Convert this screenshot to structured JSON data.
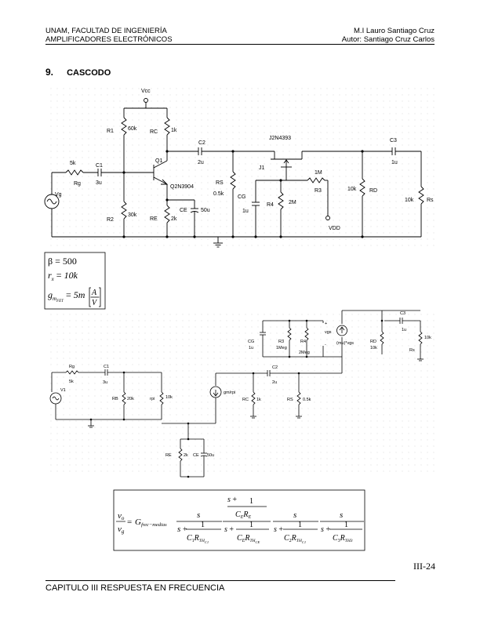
{
  "header": {
    "left_line1": "UNAM, FACULTAD DE INGENIERÍA",
    "left_line2": "AMPLIFICADORES ELECTRÓNICOS",
    "right_line1": "M.I Lauro Santiago Cruz",
    "right_line2": "Autor: Santiago Cruz Carlos"
  },
  "section": {
    "number": "9.",
    "title": "CASCODO"
  },
  "circuit1": {
    "vcc": "Vcc",
    "r1": "R1",
    "r1_val": "60k",
    "rc": "RC",
    "rc_val": "1k",
    "c2": "C2",
    "c2_val": "2u",
    "j_part": "J2N4393",
    "c3": "C3",
    "c3_val": "1u",
    "rg_val": "5k",
    "rg": "Rg",
    "c1": "C1",
    "c1_val": "3u",
    "q1": "Q1",
    "q_part": "Q2N3904",
    "rs": "RS",
    "rs_val": "0.5k",
    "j1": "J1",
    "r3_val": "1M",
    "r3": "R3",
    "rd_val": "10k",
    "rd": "RD",
    "rl_val": "10k",
    "rl": "Rs",
    "vg": "Vg",
    "cg": "CG",
    "cg_val": "1u",
    "r4": "R4",
    "r4_val": "2M",
    "r2": "R2",
    "r2_val": "30k",
    "re": "RE",
    "re_val": "2k",
    "ce": "CE",
    "ce_val": "50u",
    "vdd": "VDD"
  },
  "params": {
    "beta": "β = 500",
    "rx": "10k",
    "gm": "5m",
    "units": "A/V"
  },
  "circuit2": {
    "cg": "CG",
    "cg_val": "1u",
    "r3": "R3",
    "r3_val": "1Meg",
    "r4": "R4",
    "r4_val": "2Meg",
    "vgs": "vgs",
    "plus": "+",
    "minus": "-",
    "src": "(mu)*vgs",
    "rd": "RD",
    "rd_val": "10k",
    "c3": "C3",
    "c3_val": "1u",
    "rs_load": "Rs",
    "rs_load_val": "10k",
    "rg": "Rg",
    "rg_val": "5k",
    "c1": "C1",
    "c1_val": "3u",
    "v1": "V1",
    "rb": "RB",
    "rb_val": "20k",
    "rpi": "rpi",
    "rpi_val": "10k",
    "gm": "gm/rpi",
    "c2": "C2",
    "c2_val": "2u",
    "rc": "RC",
    "rc_val": "1k",
    "rs": "RS",
    "rs_val": "0.5k",
    "re": "RE",
    "re_val": "2k",
    "ce": "CE",
    "ce_val": "50u"
  },
  "formula": {
    "vo": "v",
    "vo_sub": "o",
    "vg": "v",
    "vg_sub": "g",
    "eq": "=",
    "G": "G",
    "G_sub": "frec−medias",
    "s": "s",
    "plus": "+",
    "one": "1",
    "C1": "C",
    "C1_sub": "1",
    "RTHC1": "R",
    "RTHC1_sub": "TH",
    "RTHC1_subsub": "C1",
    "CE": "C",
    "CE_sub": "E",
    "RE": "R",
    "RE_sub": "E",
    "RTHCE_subsub": "CE",
    "C2": "C",
    "C2_sub": "2",
    "C3": "C",
    "C3_sub": "3",
    "RTH3_sub": "TH3"
  },
  "page_number": "III-24",
  "footer": "CAPITULO III RESPUESTA EN FRECUENCIA"
}
